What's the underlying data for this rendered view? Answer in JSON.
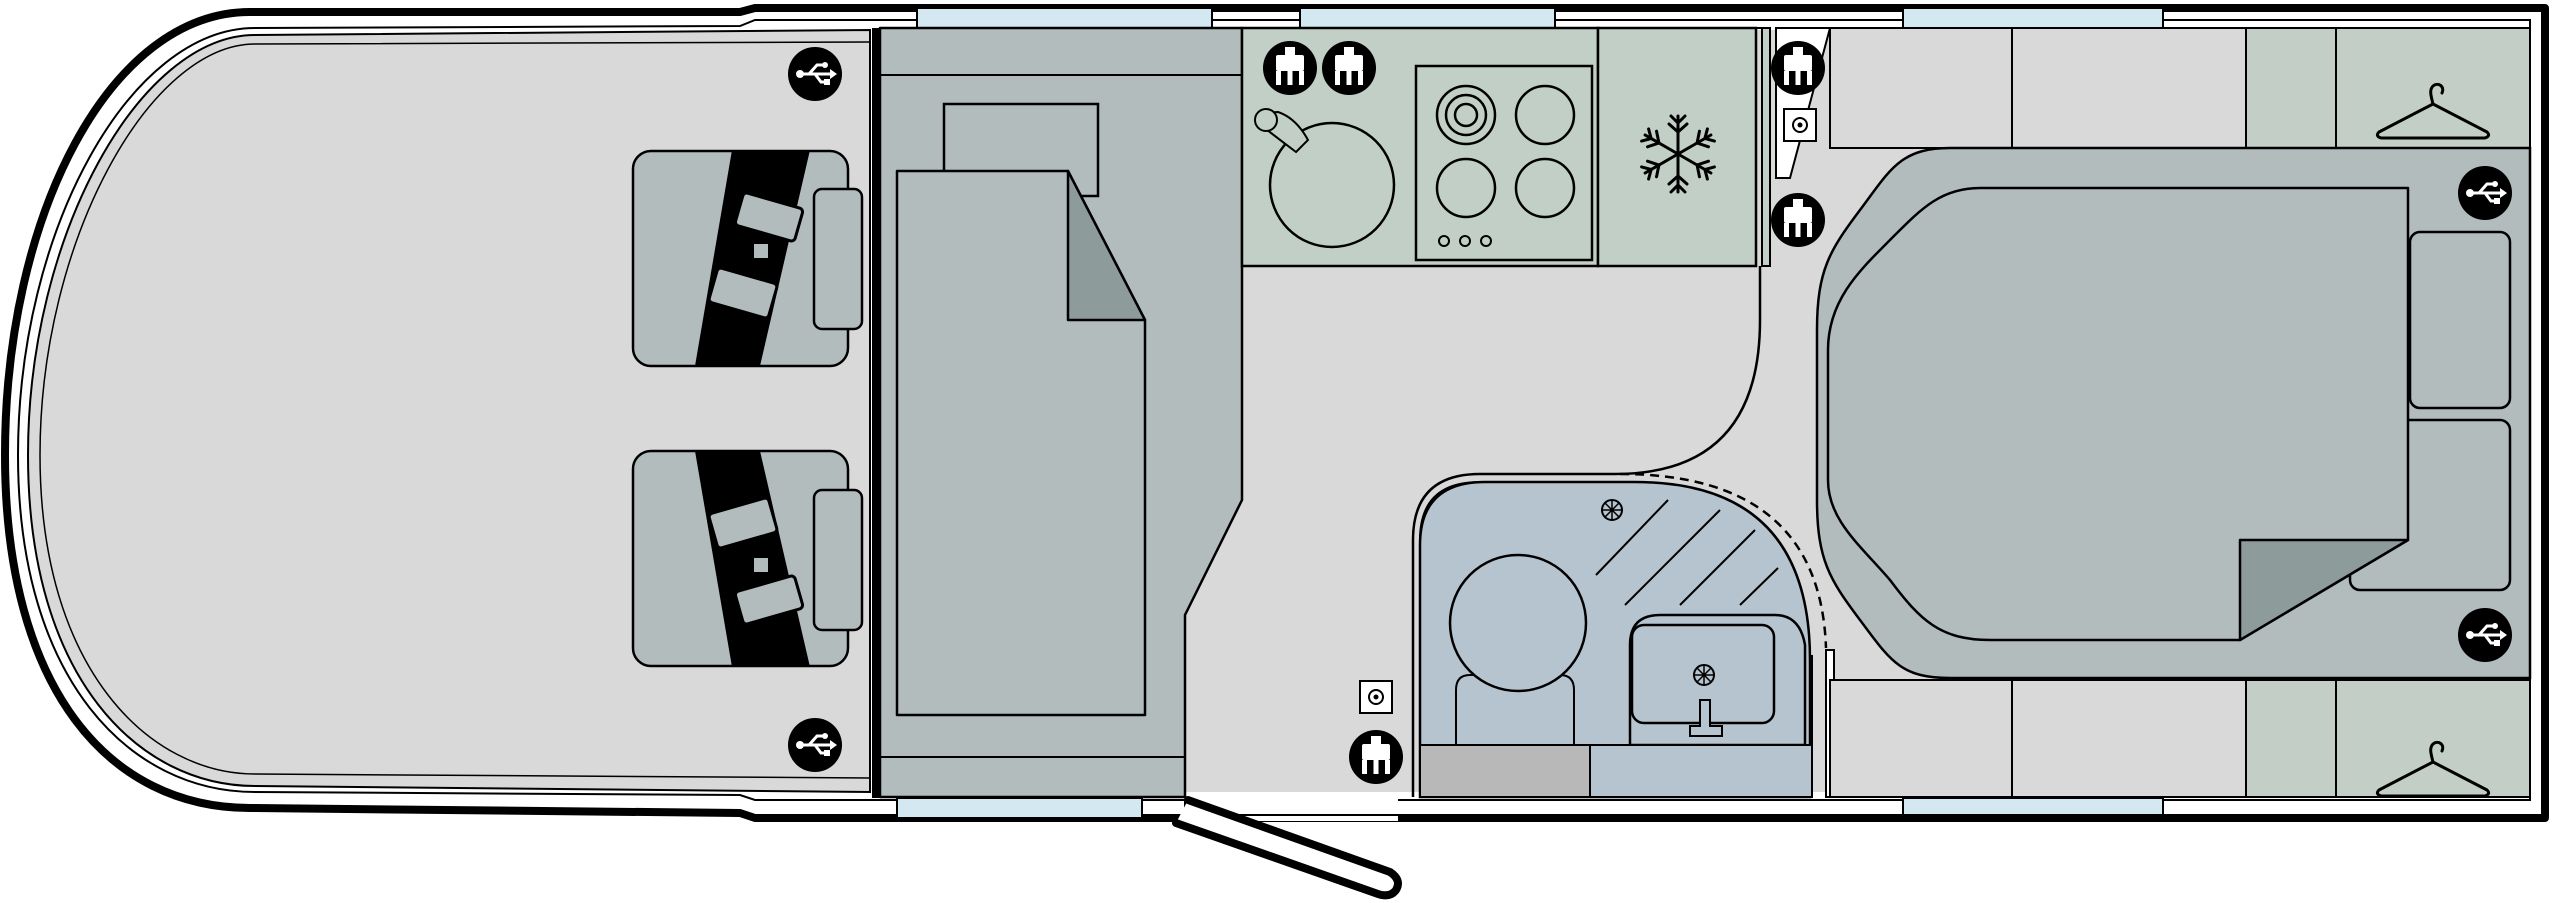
{
  "floorplan": {
    "colors": {
      "background": "#ffffff",
      "outline": "#000000",
      "floor": "#d9d9d9",
      "furniture": "#b2bcbd",
      "kitchen": "#c2cfc6",
      "bathroom": "#b6c4cf",
      "shower_tray": "#c1c9cf",
      "window": "#d4e8f1",
      "dark_fold": "#8e9b9b",
      "wardrobe_green": "#c3cfc6",
      "step": "#b8b8b8",
      "white": "#ffffff"
    },
    "icons": {
      "usb_socket": "usb-icon",
      "mains_socket": "plug-icon",
      "tv_aerial_point": "aerial-socket-icon",
      "fridge": "snowflake-icon",
      "wardrobe": "hanger-icon",
      "seatbelt": "seatbelt-icon",
      "hob": "hob-icon",
      "sink": "sink-icon",
      "shower_drain": "drain-icon",
      "toilet": "toilet-icon"
    },
    "areas": [
      "cab",
      "dinette",
      "kitchen",
      "fridge",
      "washroom",
      "bedroom",
      "wardrobe-top",
      "wardrobe-bottom",
      "entrance-door"
    ]
  }
}
